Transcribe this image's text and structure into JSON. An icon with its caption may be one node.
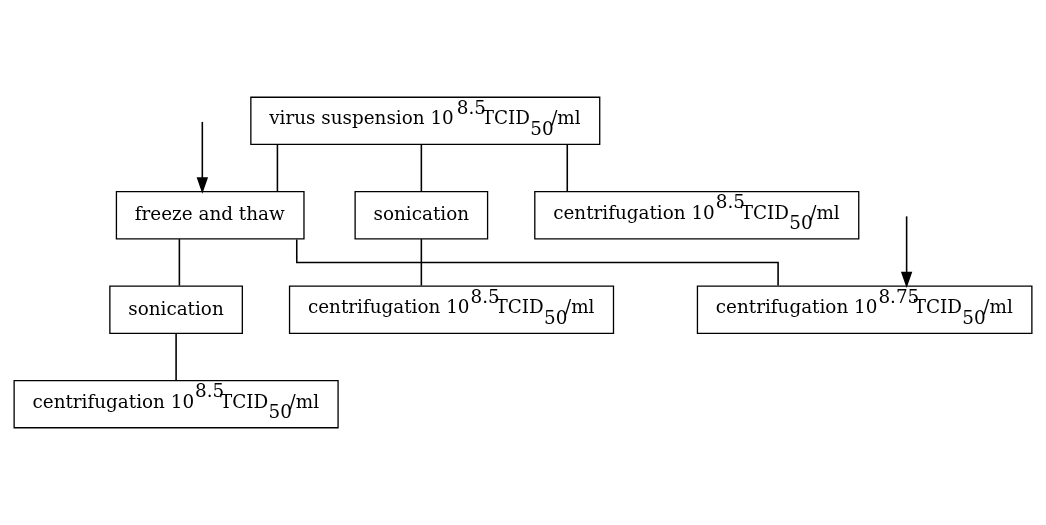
{
  "diagram": {
    "nodes": [
      {
        "text": [
          "virus suspension 10$^{8.5}$TCID$_{50}$/ml"
        ]
      },
      {
        "text": [
          "freeze and thaw"
        ]
      },
      {
        "text": [
          "sonication"
        ]
      },
      {
        "text": [
          "centrifugation 10$^{8.5}$TCID$_{50}$/ml"
        ]
      },
      {
        "text": [
          "sonication"
        ]
      },
      {
        "text": [
          "centrifugation 10$^{8.75}$TCID$_{50}$/ml"
        ]
      },
      {
        "text": [
          "centrifugation 10$^{8.5}$TCID$_{50}$/ml"
        ]
      },
      {
        "text": [
          "centrifugation 10$^{8.5}$TCID$_{50}$/ml"
        ]
      }
    ],
    "edges": [
      {
        "from": 0,
        "to": 1,
        "arrow": "none"
      },
      {
        "from": 0,
        "to": 2,
        "arrow": "none"
      },
      {
        "from": 0,
        "to": 3,
        "arrow": "none"
      },
      {
        "from": null,
        "to": 1,
        "arrow": "to"
      },
      {
        "from": 1,
        "to": 4,
        "arrow": "none"
      },
      {
        "from": 1,
        "to": 5,
        "arrow": "none"
      },
      {
        "from": null,
        "to": 5,
        "arrow": "to"
      },
      {
        "from": 2,
        "to": 6,
        "arrow": "none"
      },
      {
        "from": 4,
        "to": 7,
        "arrow": "none"
      }
    ]
  }
}
